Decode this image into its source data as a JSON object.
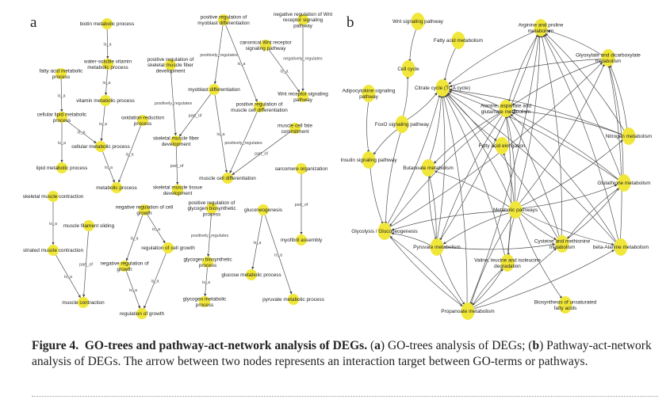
{
  "panel_a": {
    "label": "a",
    "nodes": [
      "biotin metabolic process",
      "water-soluble vitamin\nmetabolic process",
      "fatty acid metabolic\nprocess",
      "vitamin metabolic process",
      "cellular lipid metabolic\nprocess",
      "oxidation-reduction\nprocess",
      "cellular metabolic process",
      "lipid metabolic process",
      "metabolic process",
      "positive regulation of\nskeletal muscle fiber\ndevelopment",
      "positive regulation of\nmyoblast differentiation",
      "myoblast differentiation",
      "positive regulation of\nmuscle cell differentiation",
      "skeletal muscle fiber\ndevelopment",
      "skeletal muscle tissue\ndevelopment",
      "muscle cell differentiation",
      "canonical Wnt receptor\nsignaling pathway",
      "negative regulation of Wnt\nreceptor signaling\npathway",
      "Wnt receptor signaling\npathway",
      "muscle cell fate\ncommitment",
      "sarcomere organization",
      "myofibril assembly",
      "skeletal muscle contraction",
      "muscle filament sliding",
      "striated muscle contraction",
      "muscle contraction",
      "negative regulation of cell\ngrowth",
      "regulation of cell growth",
      "negative regulation of\ngrowth",
      "regulation of growth",
      "positive regulation of\nglycogen biosynthetic\nprocess",
      "glycogen biosynthetic\nprocess",
      "glycogen metabolic\nprocess",
      "gluconeogenesis",
      "glucose metabolic process",
      "pyruvate metabolic process"
    ],
    "edges": [
      [
        0,
        1,
        "is_a"
      ],
      [
        1,
        3,
        "is_a"
      ],
      [
        3,
        6,
        "is_a"
      ],
      [
        2,
        4,
        "is_a"
      ],
      [
        4,
        7,
        "is_a"
      ],
      [
        4,
        6,
        "is_a"
      ],
      [
        6,
        8,
        "is_a"
      ],
      [
        5,
        8,
        "is_a"
      ],
      [
        9,
        13,
        "positively_regulates"
      ],
      [
        11,
        13,
        "part_of"
      ],
      [
        13,
        14,
        "part_of"
      ],
      [
        10,
        11,
        "positively_regulates"
      ],
      [
        10,
        12,
        "is_a"
      ],
      [
        11,
        15,
        "is_a"
      ],
      [
        12,
        15,
        "positively_regulates"
      ],
      [
        19,
        15,
        "part_of"
      ],
      [
        16,
        18,
        "is_a"
      ],
      [
        17,
        18,
        "negatively_regulates"
      ],
      [
        20,
        21,
        "part_of"
      ],
      [
        22,
        24,
        "is_a"
      ],
      [
        24,
        25,
        "is_a"
      ],
      [
        23,
        25,
        "part_of"
      ],
      [
        26,
        28,
        "is_a"
      ],
      [
        26,
        27,
        "is_a"
      ],
      [
        28,
        29,
        "is_a"
      ],
      [
        27,
        29,
        "is_a"
      ],
      [
        30,
        31,
        "positively_regulates"
      ],
      [
        31,
        32,
        "is_a"
      ],
      [
        33,
        34,
        "is_a"
      ],
      [
        33,
        35,
        "is_a"
      ]
    ]
  },
  "panel_b": {
    "label": "b",
    "nodes": [
      "Wnt signaling pathway",
      "Cell cycle",
      "Fatty acid metabolism",
      "Adipocytokine signaling\npathway",
      "FoxO signaling pathway",
      "Citrate cycle (TCA cycle)",
      "Insulin signaling pathway",
      "Butanoate metabolism",
      "Glycolysis / Gluconeogenesis",
      "Pyruvate metabolism",
      "Propanoate metabolism",
      "Valine, leucine and isoleucine\ndegradation",
      "Metabolic pathways",
      "Fatty acid elongation",
      "Alanine, aspartate and\nglutamate metabolism",
      "Arginine and proline\nmetabolism",
      "Glyoxylate and dicarboxylate\nmetabolism",
      "Nitrogen metabolism",
      "Glutathione metabolism",
      "Cysteine and methionine\nmetabolism",
      "beta-Alanine metabolism",
      "Biosynthesis of unsaturated\nfatty acids"
    ],
    "edges": [
      [
        0,
        1
      ],
      [
        2,
        5
      ],
      [
        3,
        6
      ],
      [
        4,
        1
      ],
      [
        4,
        5
      ],
      [
        4,
        6
      ],
      [
        4,
        8
      ],
      [
        6,
        8
      ],
      [
        12,
        5
      ],
      [
        12,
        7
      ],
      [
        12,
        8
      ],
      [
        12,
        9
      ],
      [
        12,
        10
      ],
      [
        12,
        11
      ],
      [
        12,
        13
      ],
      [
        12,
        14
      ],
      [
        12,
        15
      ],
      [
        12,
        16
      ],
      [
        12,
        17
      ],
      [
        12,
        18
      ],
      [
        12,
        19
      ],
      [
        12,
        20
      ],
      [
        12,
        21
      ],
      [
        14,
        5
      ],
      [
        15,
        5
      ],
      [
        16,
        5
      ],
      [
        17,
        5
      ],
      [
        7,
        5
      ],
      [
        8,
        5
      ],
      [
        9,
        5
      ],
      [
        10,
        5
      ],
      [
        11,
        5
      ],
      [
        5,
        13
      ],
      [
        19,
        5
      ],
      [
        20,
        5
      ],
      [
        18,
        5
      ],
      [
        15,
        14
      ],
      [
        16,
        14
      ],
      [
        17,
        14
      ],
      [
        14,
        7
      ],
      [
        14,
        9
      ],
      [
        14,
        8
      ],
      [
        18,
        14
      ],
      [
        20,
        14
      ],
      [
        19,
        14
      ],
      [
        11,
        14
      ],
      [
        16,
        15
      ],
      [
        17,
        15
      ],
      [
        18,
        15
      ],
      [
        19,
        15
      ],
      [
        20,
        15
      ],
      [
        9,
        15
      ],
      [
        10,
        15
      ],
      [
        17,
        16
      ],
      [
        18,
        16
      ],
      [
        8,
        16
      ],
      [
        20,
        16
      ],
      [
        9,
        8
      ],
      [
        10,
        8
      ],
      [
        8,
        10
      ],
      [
        9,
        10
      ],
      [
        7,
        9
      ],
      [
        9,
        7
      ],
      [
        9,
        19
      ],
      [
        10,
        11
      ],
      [
        10,
        19
      ],
      [
        10,
        20
      ],
      [
        11,
        10
      ],
      [
        18,
        19
      ],
      [
        19,
        18
      ]
    ]
  },
  "caption": {
    "figure_number": "Figure 4.",
    "title": "GO-trees and pathway-act-network analysis of DEGs.",
    "a_marker": "a",
    "a_text": "GO-trees analysis of DEGs;",
    "b_marker": "b",
    "b_text": "Pathway-act-network analysis of DEGs. The arrow between two nodes represents an interaction target between GO-terms or pathways."
  },
  "colors": {
    "node": "#f1e73a",
    "edge": "#555555"
  }
}
